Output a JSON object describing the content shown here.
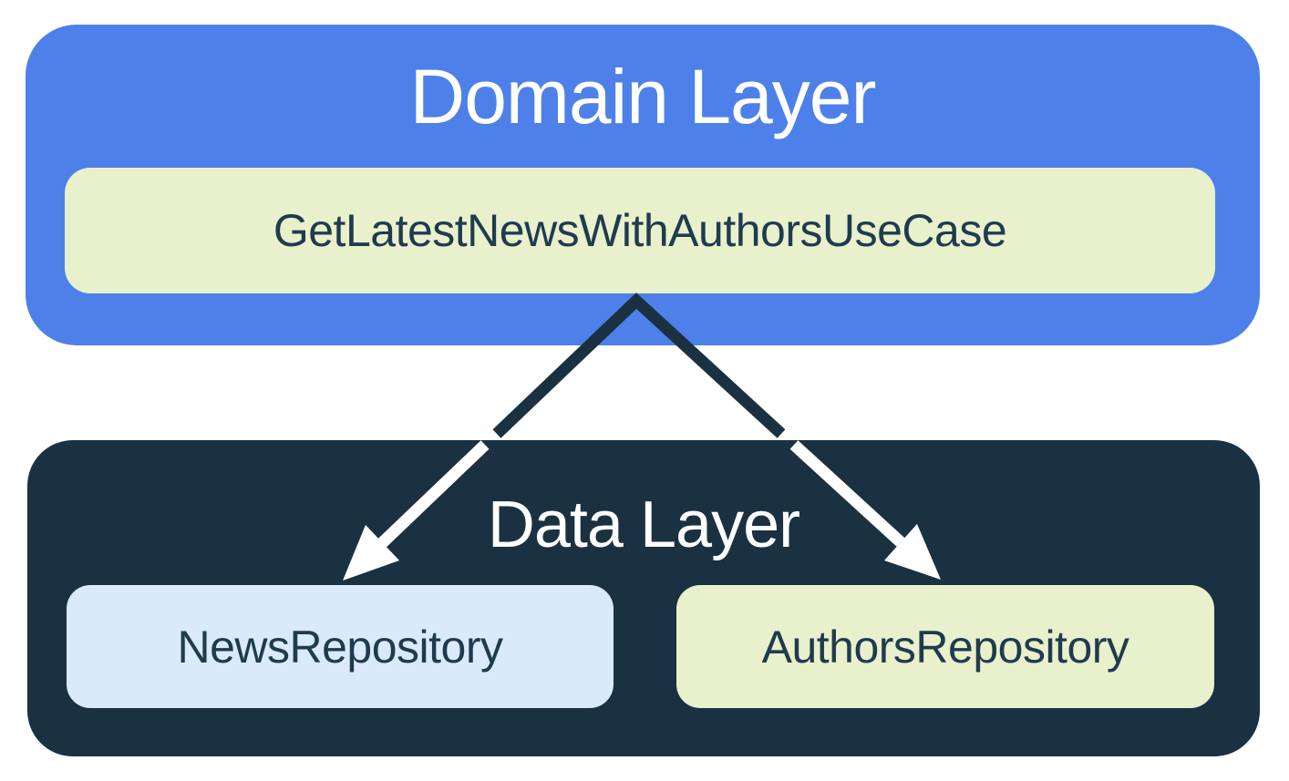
{
  "diagram": {
    "domain_layer": {
      "title": "Domain Layer",
      "usecase_label": "GetLatestNewsWithAuthorsUseCase"
    },
    "data_layer": {
      "title": "Data Layer",
      "news_repository_label": "NewsRepository",
      "authors_repository_label": "AuthorsRepository"
    },
    "arrows": [
      {
        "from": "GetLatestNewsWithAuthorsUseCase",
        "to": "NewsRepository"
      },
      {
        "from": "GetLatestNewsWithAuthorsUseCase",
        "to": "AuthorsRepository"
      }
    ],
    "colors": {
      "page_bg": "#FFFFFF",
      "domain_layer_bg": "#4E80E9",
      "data_layer_bg": "#1A3142",
      "usecase_bg": "#E9F0CC",
      "news_repository_bg": "#D9EAFB",
      "authors_repository_bg": "#E9F0CC",
      "title_text": "#FFFFFF",
      "box_text": "#1F3B4E",
      "arrow_dark": "#1A3142",
      "arrow_light": "#FFFFFF"
    }
  }
}
